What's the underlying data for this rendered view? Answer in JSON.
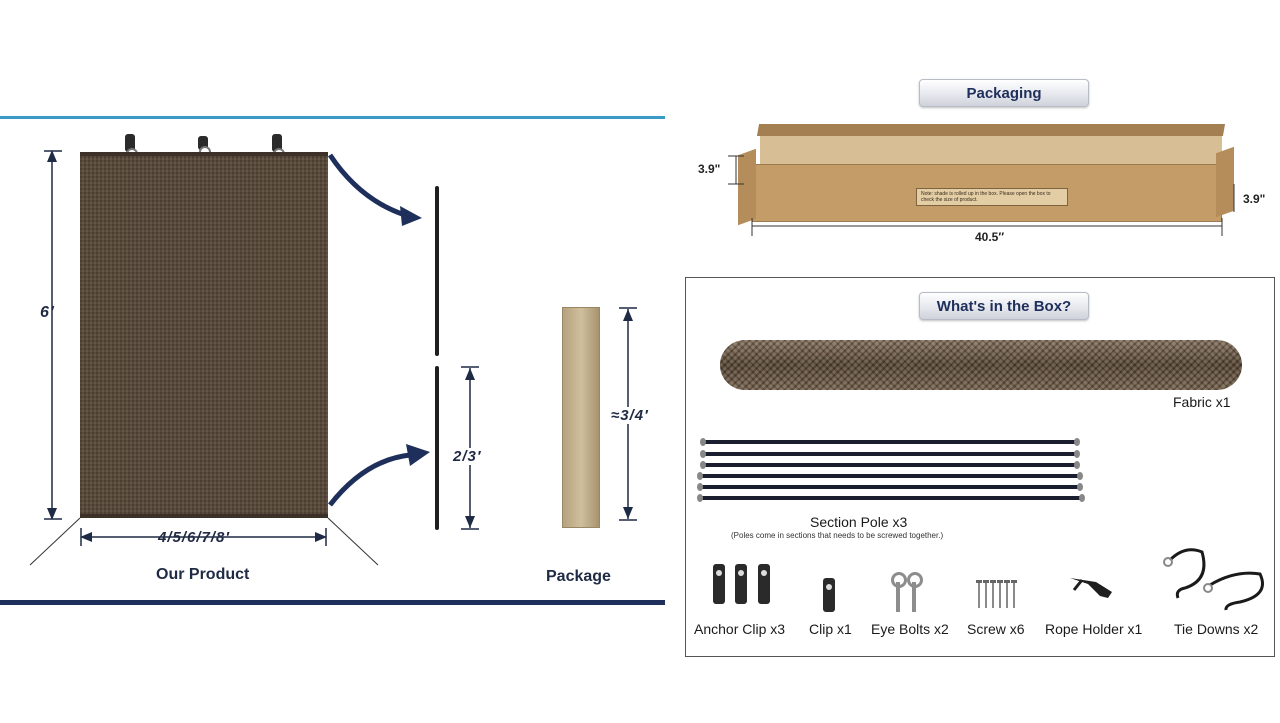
{
  "product_panel": {
    "height_label": "6′",
    "width_label": "4/5/6/7/8′",
    "pole_label": "2/3′",
    "package_height_label": "≈3/4′",
    "product_caption": "Our Product",
    "package_caption": "Package"
  },
  "packaging": {
    "title": "Packaging",
    "depth_left": "3.9\"",
    "depth_right": "3.9\"",
    "length": "40.5″",
    "box_label": "Note: shade is rolled up in the box. Please open the box to check the size of product."
  },
  "contents": {
    "title": "What's in the Box?",
    "fabric": "Fabric x1",
    "section_pole": "Section Pole x3",
    "section_pole_note": "(Poles come in sections that needs to be screwed together.)",
    "items": [
      {
        "label": "Anchor Clip x3"
      },
      {
        "label": "Clip x1"
      },
      {
        "label": "Eye Bolts x2"
      },
      {
        "label": "Screw x6"
      },
      {
        "label": "Rope Holder x1"
      },
      {
        "label": "Tie Downs x2"
      }
    ]
  },
  "colors": {
    "navy": "#1f2a44",
    "accent_blue": "#3b9bc7",
    "shade_brown": "#5a4a3a",
    "cardboard": "#c49c67"
  }
}
